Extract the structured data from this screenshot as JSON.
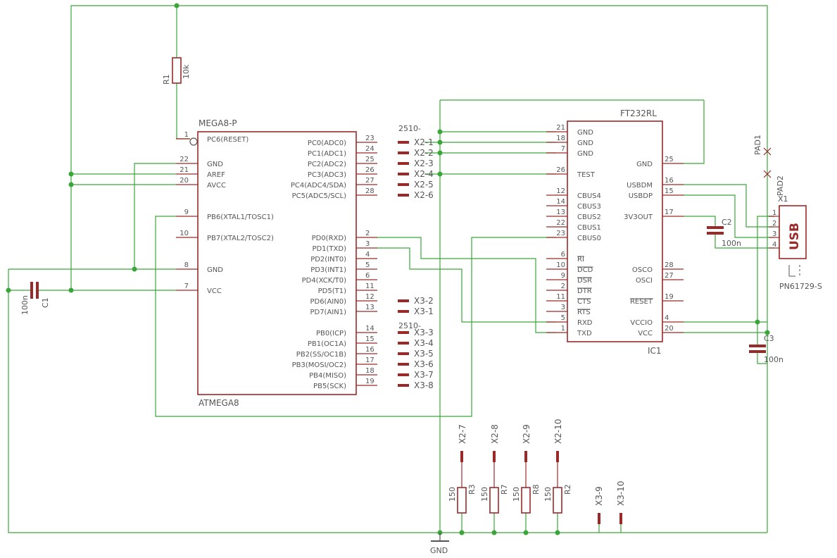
{
  "atmega": {
    "value": "MEGA8-P",
    "name": "ATMEGA8",
    "left_pins": [
      {
        "num": "1",
        "label": "PC6(RESET)"
      },
      {
        "num": "22",
        "label": "GND"
      },
      {
        "num": "21",
        "label": "AREF"
      },
      {
        "num": "20",
        "label": "AVCC"
      },
      {
        "num": "9",
        "label": "PB6(XTAL1/TOSC1)"
      },
      {
        "num": "10",
        "label": "PB7(XTAL2/TOSC2)"
      },
      {
        "num": "8",
        "label": "GND"
      },
      {
        "num": "7",
        "label": "VCC"
      }
    ],
    "right_pins": [
      {
        "num": "23",
        "label": "PC0(ADC0)"
      },
      {
        "num": "24",
        "label": "PC1(ADC1)"
      },
      {
        "num": "25",
        "label": "PC2(ADC2)"
      },
      {
        "num": "26",
        "label": "PC3(ADC3)"
      },
      {
        "num": "27",
        "label": "PC4(ADC4/SDA)"
      },
      {
        "num": "28",
        "label": "PC5(ADC5/SCL)"
      },
      {
        "num": "2",
        "label": "PD0(RXD)"
      },
      {
        "num": "3",
        "label": "PD1(TXD)"
      },
      {
        "num": "4",
        "label": "PD2(INT0)"
      },
      {
        "num": "5",
        "label": "PD3(INT1)"
      },
      {
        "num": "6",
        "label": "PD4(XCK/T0)"
      },
      {
        "num": "11",
        "label": "PD5(T1)"
      },
      {
        "num": "12",
        "label": "PD6(AIN0)"
      },
      {
        "num": "13",
        "label": "PD7(AIN1)"
      },
      {
        "num": "14",
        "label": "PB0(ICP)"
      },
      {
        "num": "15",
        "label": "PB1(OC1A)"
      },
      {
        "num": "16",
        "label": "PB2(SS/OC1B)"
      },
      {
        "num": "17",
        "label": "PB3(MOSI/OC2)"
      },
      {
        "num": "18",
        "label": "PB4(MISO)"
      },
      {
        "num": "19",
        "label": "PB5(SCK)"
      }
    ]
  },
  "ft232": {
    "value": "FT232RL",
    "name": "IC1",
    "left_pins": [
      {
        "num": "21",
        "label": "GND",
        "overbar": false
      },
      {
        "num": "18",
        "label": "GND",
        "overbar": false
      },
      {
        "num": "7",
        "label": "GND",
        "overbar": false
      },
      {
        "num": "26",
        "label": "TEST",
        "overbar": false
      },
      {
        "num": "12",
        "label": "CBUS4",
        "overbar": false
      },
      {
        "num": "14",
        "label": "CBUS3",
        "overbar": false
      },
      {
        "num": "13",
        "label": "CBUS2",
        "overbar": false
      },
      {
        "num": "22",
        "label": "CBUS1",
        "overbar": false
      },
      {
        "num": "23",
        "label": "CBUS0",
        "overbar": false
      },
      {
        "num": "6",
        "label": "RI",
        "overbar": true
      },
      {
        "num": "10",
        "label": "DCD",
        "overbar": true
      },
      {
        "num": "9",
        "label": "DSR",
        "overbar": true
      },
      {
        "num": "2",
        "label": "DTR",
        "overbar": true
      },
      {
        "num": "11",
        "label": "CTS",
        "overbar": true
      },
      {
        "num": "3",
        "label": "RTS",
        "overbar": true
      },
      {
        "num": "5",
        "label": "RXD",
        "overbar": false
      },
      {
        "num": "1",
        "label": "TXD",
        "overbar": false
      }
    ],
    "right_pins": [
      {
        "num": "25",
        "label": "GND"
      },
      {
        "num": "16",
        "label": "USBDM"
      },
      {
        "num": "15",
        "label": "USBDP"
      },
      {
        "num": "17",
        "label": "3V3OUT"
      },
      {
        "num": "28",
        "label": "OSCO"
      },
      {
        "num": "27",
        "label": "OSCI"
      },
      {
        "num": "19",
        "label": "RESET",
        "overbar": true
      },
      {
        "num": "4",
        "label": "VCCIO"
      },
      {
        "num": "20",
        "label": "VCC"
      }
    ]
  },
  "x2": {
    "header": "2510-",
    "labels": [
      "X2-1",
      "X2-2",
      "X2-3",
      "X2-4",
      "X2-5",
      "X2-6"
    ],
    "bottom": [
      "X2-7",
      "X2-8",
      "X2-9",
      "X2-10"
    ]
  },
  "x3": {
    "header": "2510-",
    "labels_pd": [
      "X3-2",
      "X3-1"
    ],
    "labels_pb": [
      "X3-3",
      "X3-4",
      "X3-5",
      "X3-6",
      "X3-7",
      "X3-8"
    ],
    "bottom": [
      "X3-9",
      "X3-10"
    ]
  },
  "resistors": {
    "r1": {
      "name": "R1",
      "value": "10k"
    },
    "bottom": [
      {
        "name": "R3",
        "value": "150"
      },
      {
        "name": "R7",
        "value": "150"
      },
      {
        "name": "R8",
        "value": "150"
      },
      {
        "name": "R2",
        "value": "150"
      }
    ]
  },
  "capacitors": {
    "c1": {
      "name": "C1",
      "value": "100n"
    },
    "c2": {
      "name": "C2",
      "value": "100n"
    },
    "c3": {
      "name": "C3",
      "value": "100n"
    }
  },
  "usb": {
    "name": "X1",
    "text": "USB",
    "part": "PN61729-S",
    "pins": [
      "1",
      "2",
      "3",
      "4"
    ]
  },
  "pads": [
    "PAD1",
    "PAD2"
  ],
  "gnd_label": "GND",
  "colors": {
    "wire": "#3aa63a",
    "part": "#9a2a2a",
    "text": "#555555"
  }
}
